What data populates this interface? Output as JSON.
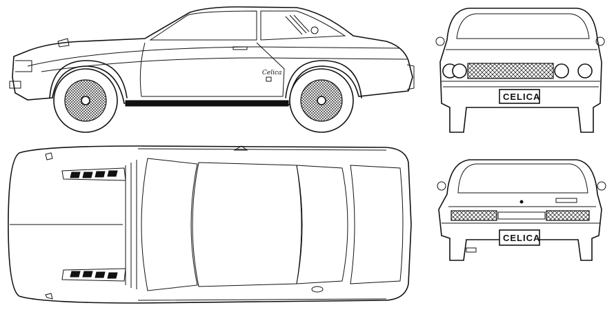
{
  "plates": {
    "front": "CELICA",
    "rear": "CELICA"
  },
  "badge": {
    "side_script": "Celica"
  },
  "colors": {
    "line": "#111111",
    "paper": "#ffffff"
  }
}
